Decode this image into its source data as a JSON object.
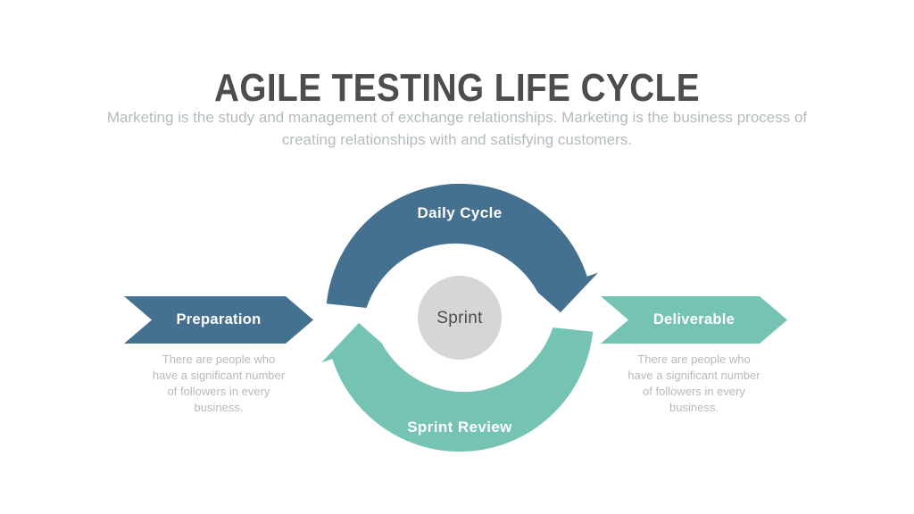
{
  "header": {
    "title": "AGILE TESTING LIFE CYCLE",
    "subtitle": "Marketing is the study and management of exchange relationships. Marketing is the business process of creating relationships with and satisfying customers."
  },
  "diagram": {
    "center": {
      "label": "Sprint",
      "circle_color": "#d6d6d6",
      "text_color": "#4c4c4c"
    },
    "top_arc": {
      "label": "Daily Cycle",
      "color": "#44718f"
    },
    "bottom_arc": {
      "label": "Sprint Review",
      "color": "#75c3b3"
    },
    "left_arrow": {
      "label": "Preparation",
      "color": "#44718f",
      "description": "There are people who have a significant number of followers in every business."
    },
    "right_arrow": {
      "label": "Deliverable",
      "color": "#75c3b3",
      "description": "There are people who have a significant number of followers in every business."
    }
  },
  "colors": {
    "background": "#ffffff",
    "title_text": "#4d4d4d",
    "muted_text": "#b4bbbb",
    "description_text": "#b9b9b9"
  }
}
